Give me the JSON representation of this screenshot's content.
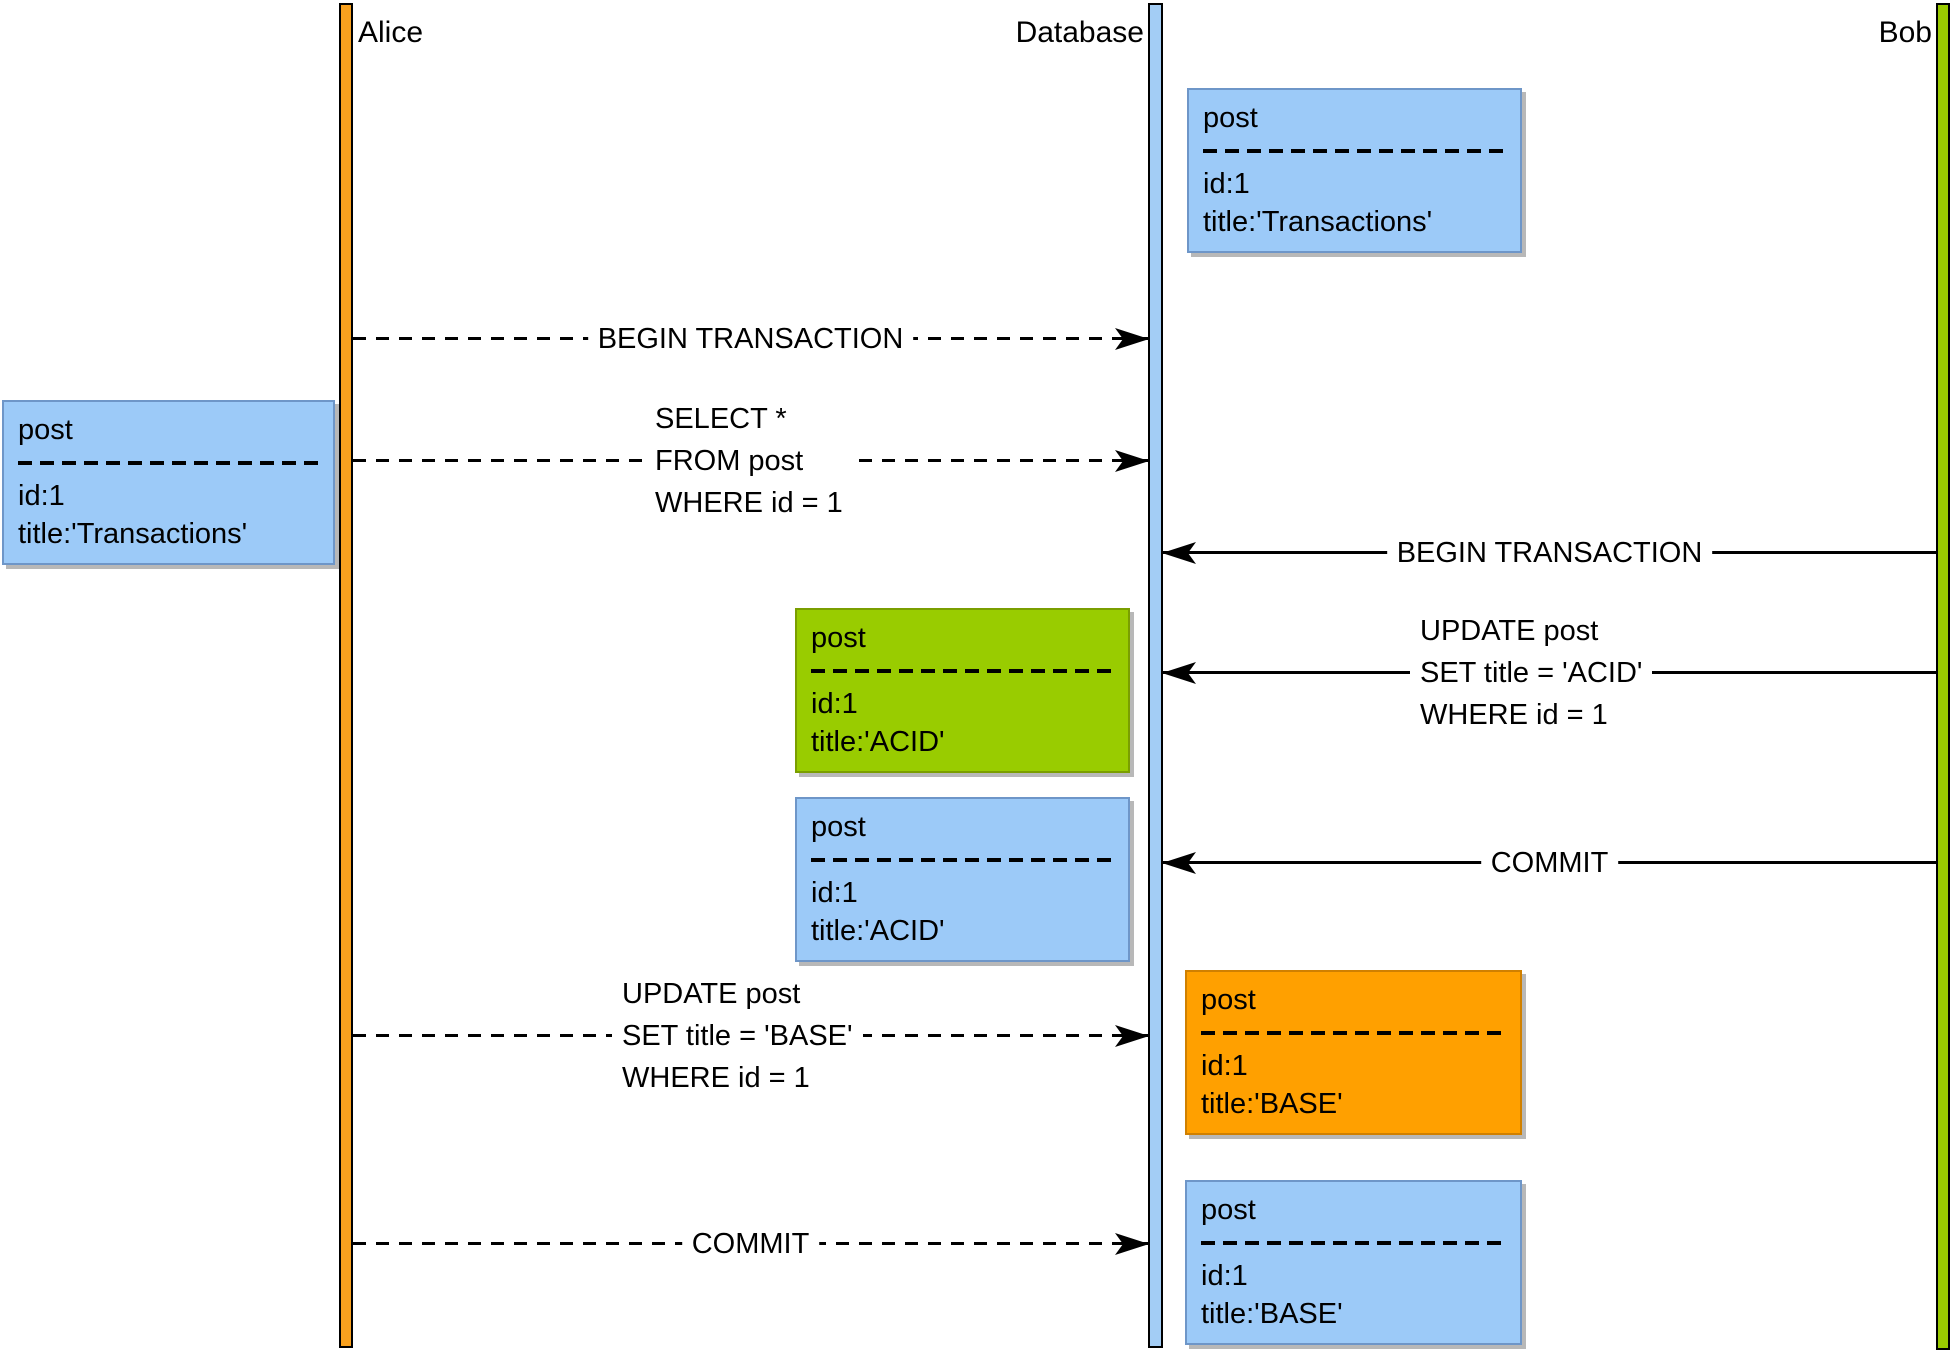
{
  "actors": [
    {
      "name": "Alice"
    },
    {
      "name": "Database"
    },
    {
      "name": "Bob"
    }
  ],
  "notes": [
    {
      "table": "post",
      "fields": [
        "id:1",
        "title:'Transactions'"
      ],
      "color": "blue",
      "owner": "Database"
    },
    {
      "table": "post",
      "fields": [
        "id:1",
        "title:'Transactions'"
      ],
      "color": "blue",
      "owner": "Alice"
    },
    {
      "table": "post",
      "fields": [
        "id:1",
        "title:'ACID'"
      ],
      "color": "green",
      "owner": "Database"
    },
    {
      "table": "post",
      "fields": [
        "id:1",
        "title:'ACID'"
      ],
      "color": "blue",
      "owner": "Database"
    },
    {
      "table": "post",
      "fields": [
        "id:1",
        "title:'BASE'"
      ],
      "color": "orange",
      "owner": "Database"
    },
    {
      "table": "post",
      "fields": [
        "id:1",
        "title:'BASE'"
      ],
      "color": "blue",
      "owner": "Database"
    }
  ],
  "messages": [
    {
      "from": "Alice",
      "to": "Database",
      "style": "dashed",
      "lines": [
        "BEGIN TRANSACTION"
      ]
    },
    {
      "from": "Alice",
      "to": "Database",
      "style": "dashed",
      "lines": [
        "SELECT *",
        "FROM post",
        "WHERE id = 1"
      ]
    },
    {
      "from": "Bob",
      "to": "Database",
      "style": "solid",
      "lines": [
        "BEGIN TRANSACTION"
      ]
    },
    {
      "from": "Bob",
      "to": "Database",
      "style": "solid",
      "lines": [
        "UPDATE post",
        "SET title = 'ACID'",
        "WHERE id = 1"
      ]
    },
    {
      "from": "Bob",
      "to": "Database",
      "style": "solid",
      "lines": [
        "COMMIT"
      ]
    },
    {
      "from": "Alice",
      "to": "Database",
      "style": "dashed",
      "lines": [
        "UPDATE post",
        "SET title = 'BASE'",
        "WHERE id = 1"
      ]
    },
    {
      "from": "Alice",
      "to": "Database",
      "style": "dashed",
      "lines": [
        "COMMIT"
      ]
    }
  ],
  "colors": {
    "alice_lifeline": "#F9A11E",
    "database_lifeline": "#A3CDF5",
    "bob_lifeline": "#9ACB00",
    "note_blue_fill": "#9CCAF8",
    "note_blue_border": "#6E96C8",
    "note_green_fill": "#99CC00",
    "note_green_border": "#7A9E00",
    "note_orange_fill": "#FFA000",
    "note_orange_border": "#D08000"
  }
}
